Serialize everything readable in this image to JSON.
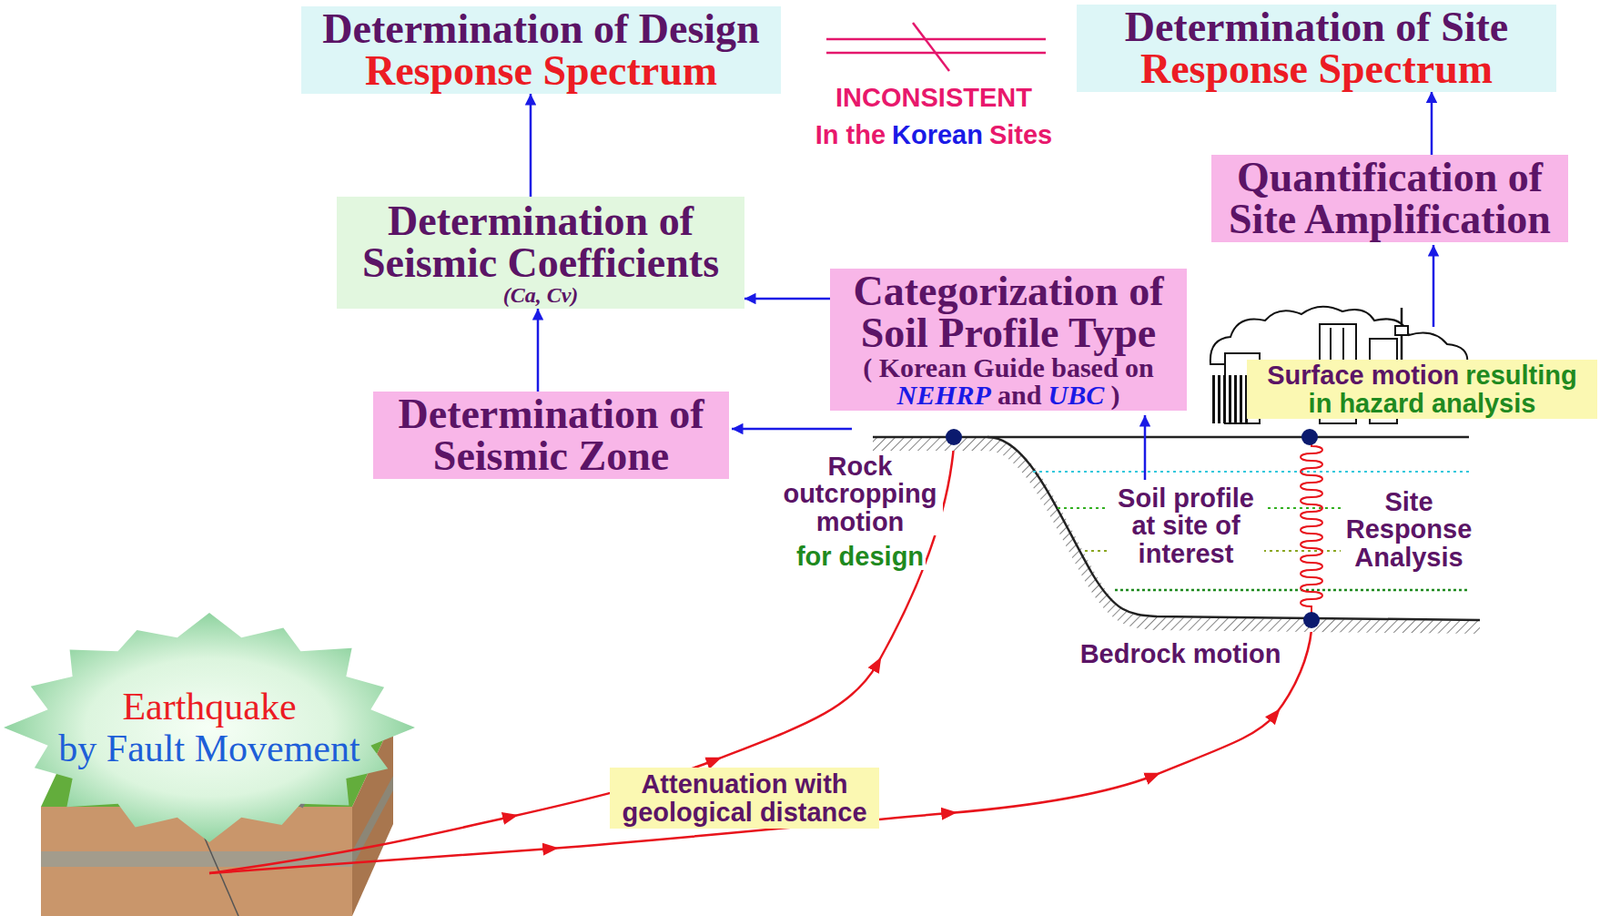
{
  "diagram": {
    "nodes": [
      {
        "text": [
          "Determination of Design",
          "Response Spectrum"
        ]
      },
      {
        "text": [
          "Determination of Site",
          "Response Spectrum"
        ]
      },
      {
        "text": [
          "Quantification of Site Amplification"
        ]
      },
      {
        "text": [
          "Determination of Seismic Coefficients",
          "(Ca, Cv)"
        ]
      },
      {
        "text": [
          "Categorization of Soil Profile Type",
          "( Korean Guide based on",
          "NEHRP",
          "and",
          "UBC",
          ")"
        ]
      },
      {
        "text": [
          "Determination of Seismic Zone"
        ]
      },
      {
        "text": [
          "Earthquake",
          "by Fault Movement"
        ]
      },
      {
        "text": [
          "Attenuation with geological distance"
        ]
      },
      {
        "text": [
          "Surface motion",
          "resulting",
          "in hazard analysis"
        ]
      }
    ],
    "edges": [
      {
        "from": 3,
        "to": 0,
        "arrow": "to"
      },
      {
        "from": 5,
        "to": 3,
        "arrow": "to"
      },
      {
        "from": 4,
        "to": 3,
        "arrow": "to"
      },
      {
        "from": 2,
        "to": 1,
        "arrow": "to"
      }
    ],
    "labels": [
      "INCONSISTENT",
      "In the",
      "Korean",
      "Sites",
      "Rock outcropping motion",
      "for design",
      "Soil profile at site of interest",
      "Site Response Analysis",
      "Bedrock motion"
    ]
  }
}
